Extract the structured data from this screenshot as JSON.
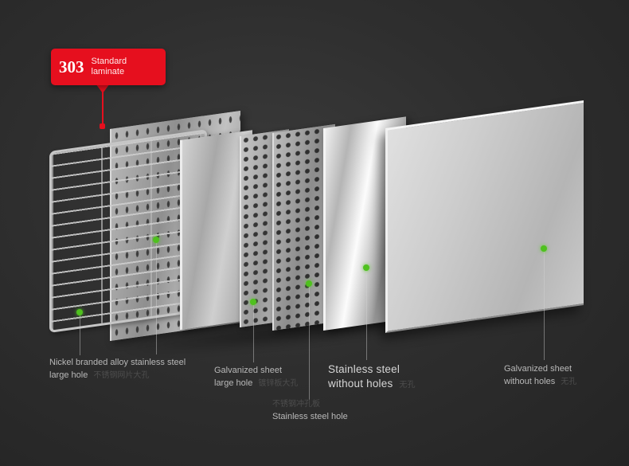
{
  "badge": {
    "number": "303",
    "label": "Standard laminate"
  },
  "labels": {
    "wire_rack": {
      "line1": "Nickel branded alloy stainless steel",
      "line2": "large hole",
      "cn": "不锈钢网片大孔"
    },
    "galvanized_large_hole": {
      "line1": "Galvanized sheet",
      "line2": "large hole",
      "cn": "镀锌板大孔"
    },
    "stainless_hole": {
      "cn": "不锈钢冲孔板",
      "line1": "Stainless steel hole"
    },
    "stainless_without_holes": {
      "line1": "Stainless steel",
      "line2": "without holes",
      "cn": "无孔"
    },
    "galvanized_without_holes": {
      "line1": "Galvanized sheet",
      "line2": "without holes",
      "cn": "无孔"
    }
  },
  "colors": {
    "background": "#2e2e2e",
    "accent_red": "#e60f1e",
    "marker_green": "#4fc11e",
    "label_text": "#b8b8b8"
  }
}
